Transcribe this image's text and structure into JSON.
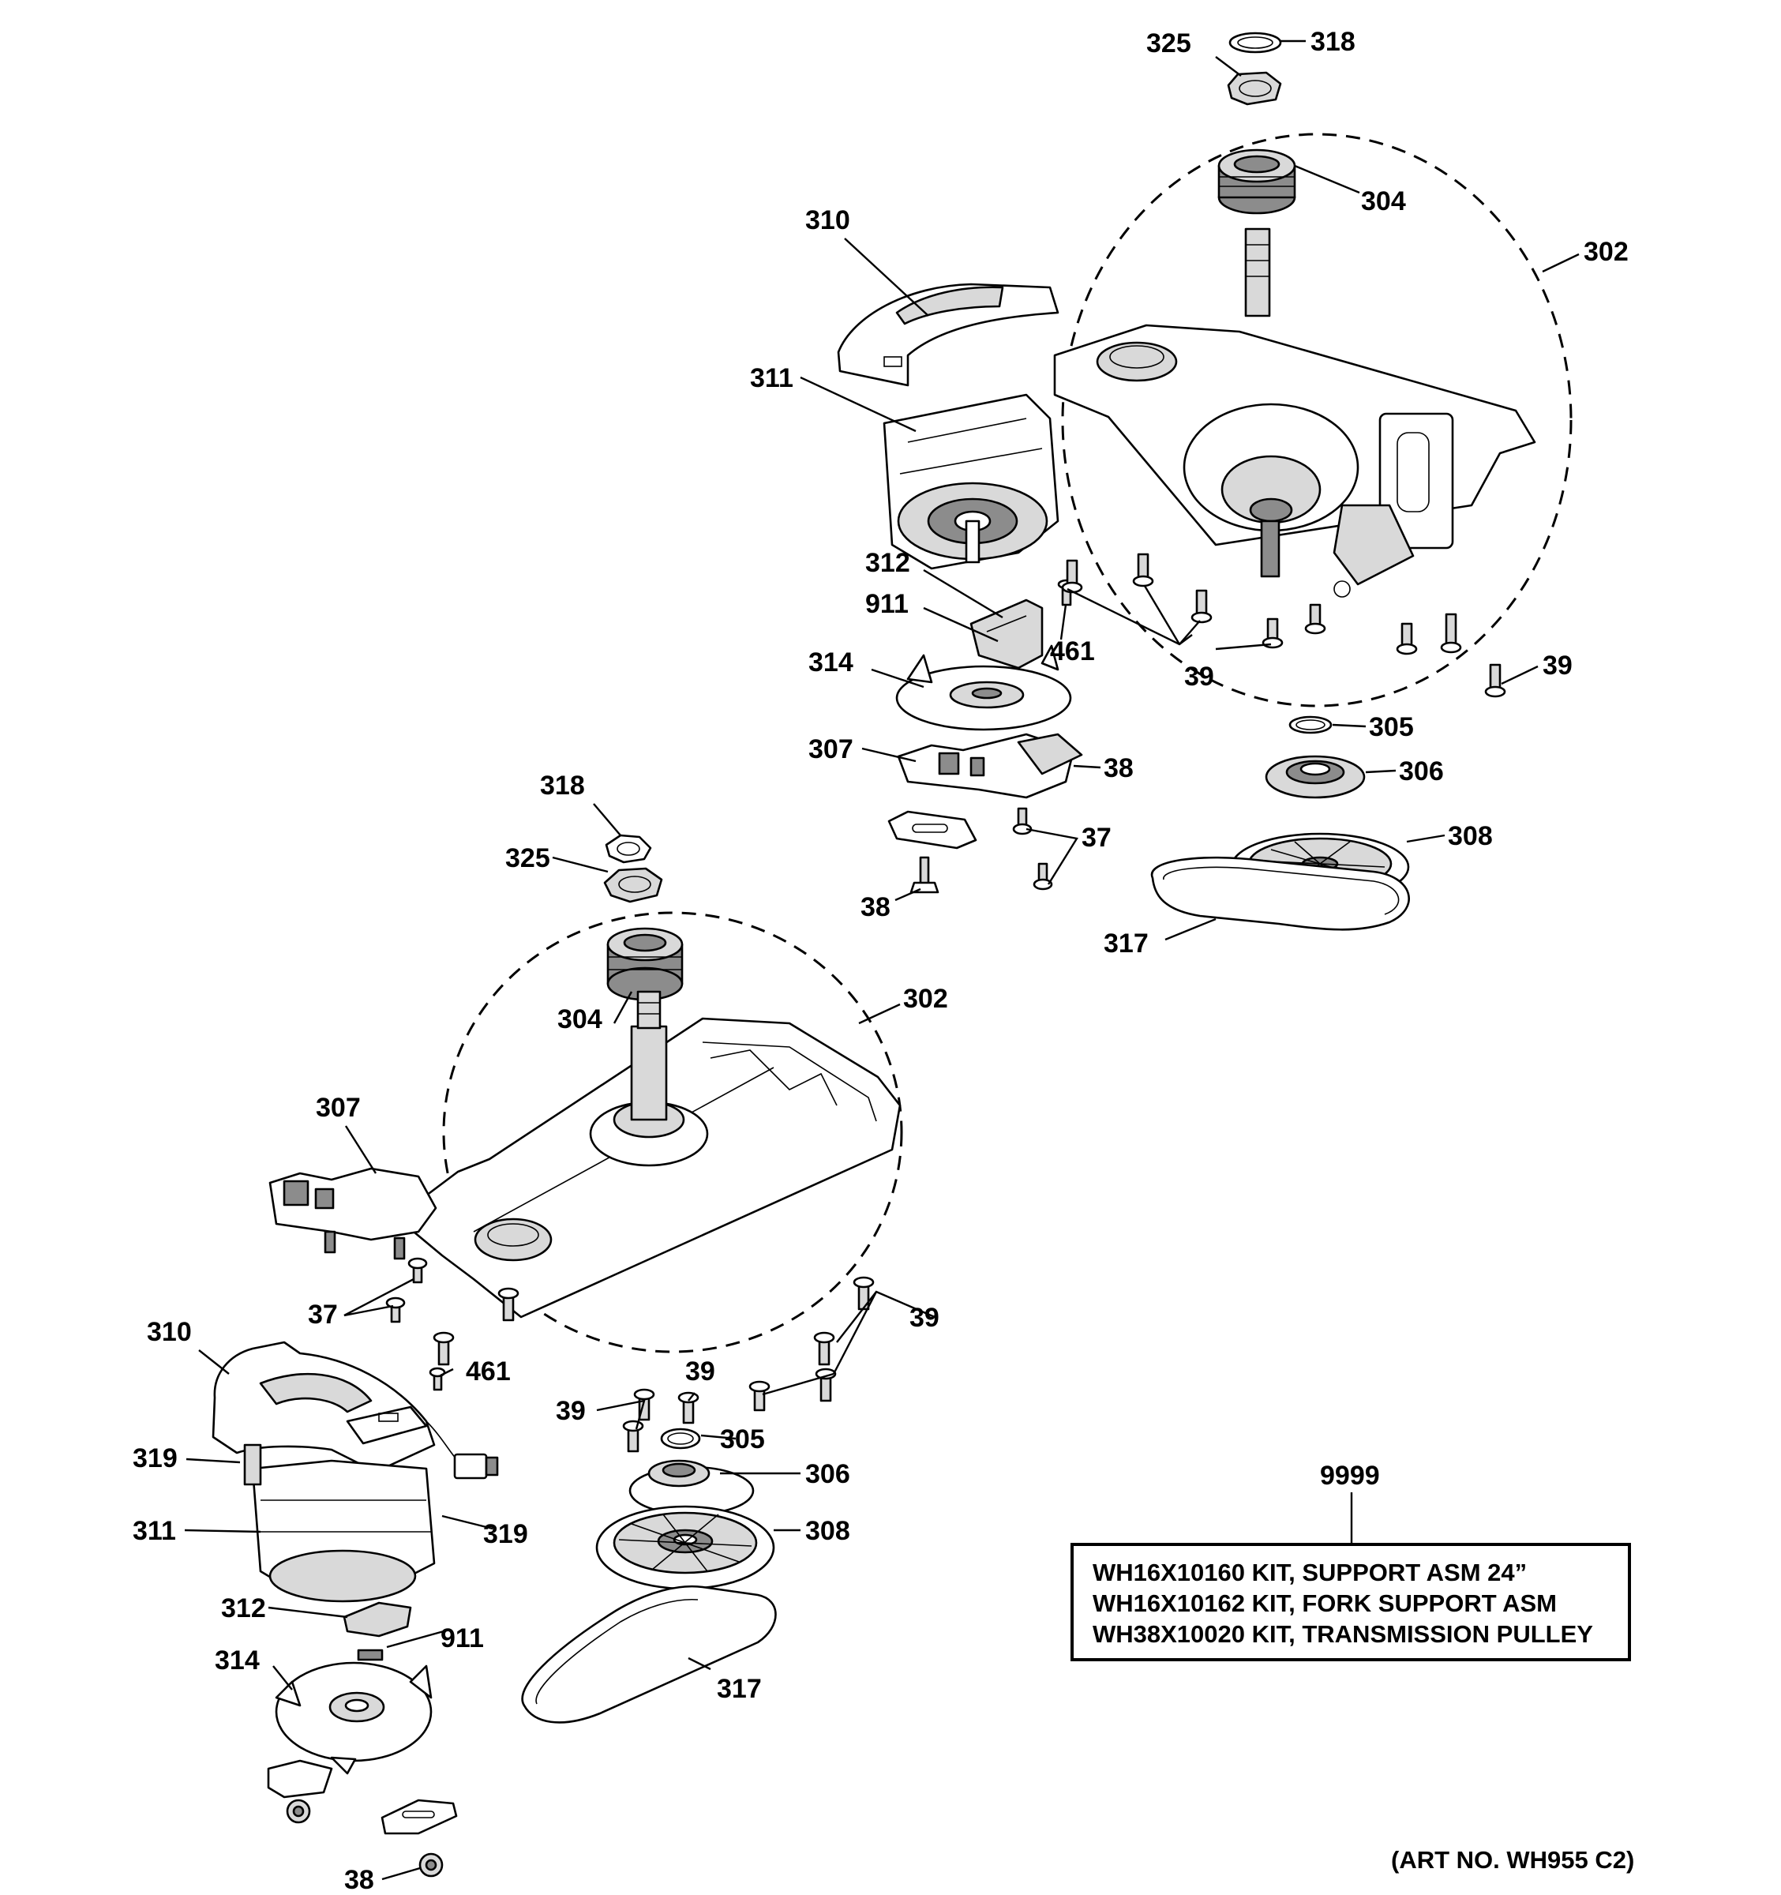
{
  "callouts": {
    "upper": {
      "c325": "325",
      "c318": "318",
      "c304": "304",
      "c302": "302",
      "c310": "310",
      "c311": "311",
      "c312": "312",
      "c911": "911",
      "c461": "461",
      "c314": "314",
      "c39a": "39",
      "c39b": "39",
      "c305": "305",
      "c306": "306",
      "c307": "307",
      "c38a": "38",
      "c37": "37",
      "c308": "308",
      "c38b": "38",
      "c317": "317"
    },
    "lower": {
      "c318": "318",
      "c325": "325",
      "c302": "302",
      "c304": "304",
      "c307": "307",
      "c37": "37",
      "c39a": "39",
      "c310": "310",
      "c461": "461",
      "c39b": "39",
      "c39c": "39",
      "c319a": "319",
      "c305": "305",
      "c306": "306",
      "c311": "311",
      "c319b": "319",
      "c308": "308",
      "c312": "312",
      "c911": "911",
      "c314": "314",
      "c317": "317",
      "c38": "38"
    }
  },
  "kit": {
    "callout": "9999",
    "lines": [
      "WH16X10160 KIT, SUPPORT ASM 24”",
      "WH16X10162 KIT, FORK SUPPORT ASM",
      "WH38X10020 KIT, TRANSMISSION PULLEY"
    ]
  },
  "art_number": "(ART NO. WH955 C2)"
}
